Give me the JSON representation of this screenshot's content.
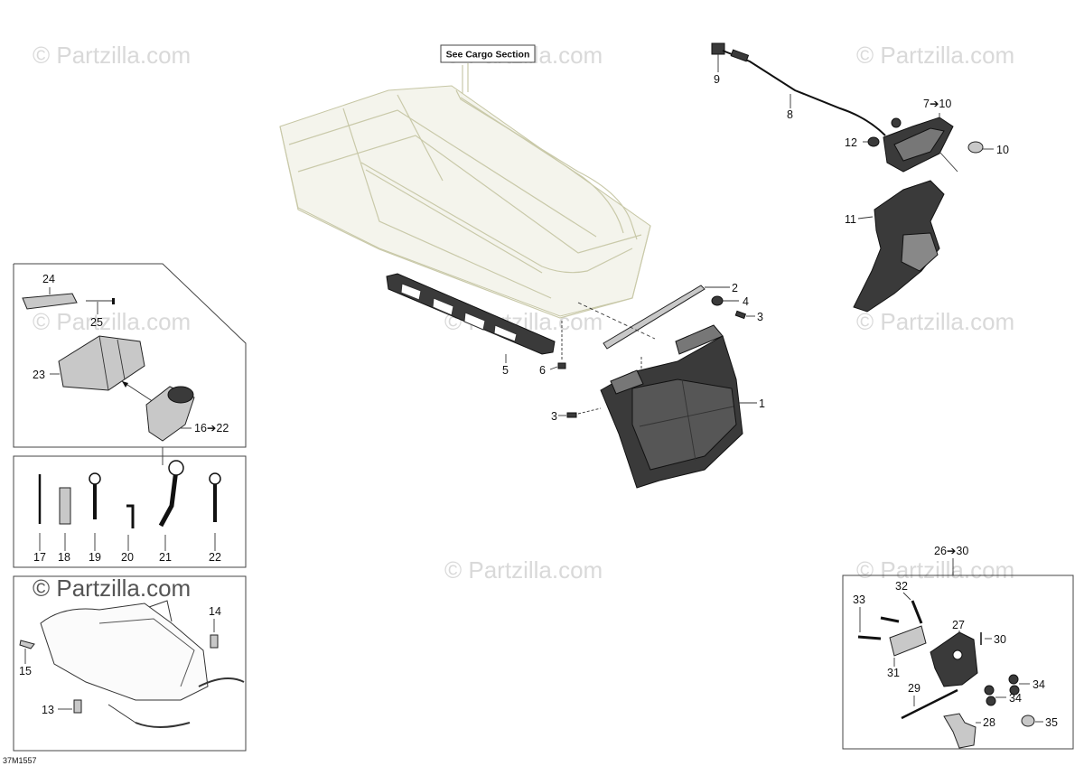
{
  "watermark": "© Partzilla.com",
  "callout_label": "See Cargo Section",
  "drawing_code": "37M1557",
  "labels": {
    "l1": "1",
    "l2": "2",
    "l3a": "3",
    "l3b": "3",
    "l4": "4",
    "l5": "5",
    "l6": "6",
    "l7": "7➔10",
    "l8": "8",
    "l9": "9",
    "l10": "10",
    "l11": "11",
    "l12": "12",
    "l13": "13",
    "l14": "14",
    "l15": "15",
    "l16": "16➔22",
    "l17": "17",
    "l18": "18",
    "l19": "19",
    "l20": "20",
    "l21": "21",
    "l22": "22",
    "l23": "23",
    "l24": "24",
    "l25": "25",
    "l26": "26➔30",
    "l27": "27",
    "l28": "28",
    "l29": "29",
    "l30": "30",
    "l31": "31",
    "l32": "32",
    "l33": "33",
    "l34a": "34",
    "l34b": "34",
    "l35": "35"
  }
}
